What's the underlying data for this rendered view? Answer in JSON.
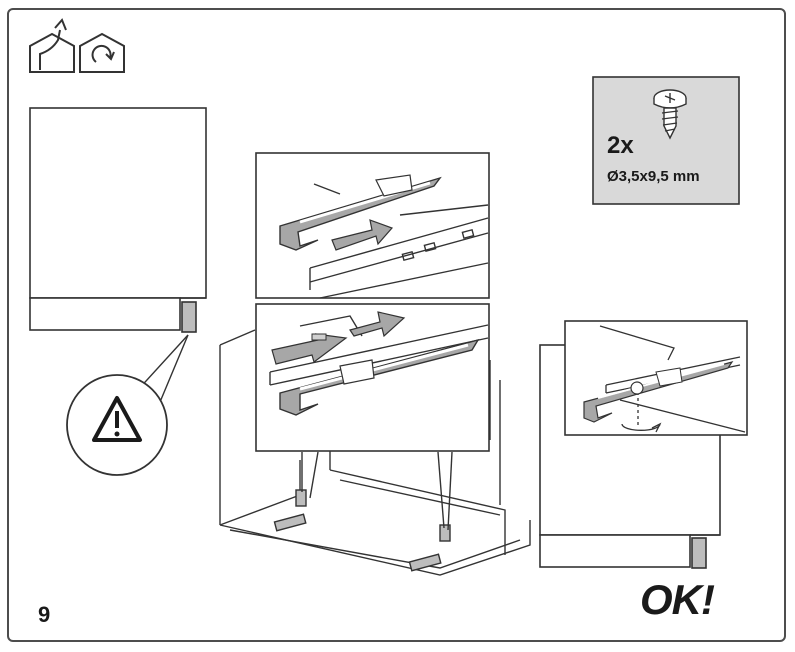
{
  "instruction": {
    "step_number": "9",
    "ok_label": "OK!"
  },
  "screw_callout": {
    "quantity": "2x",
    "size": "Ø3,5x9,5 mm"
  },
  "icons": [
    "house-install-icon",
    "house-rotate-icon",
    "warning-icon",
    "screw-icon"
  ]
}
